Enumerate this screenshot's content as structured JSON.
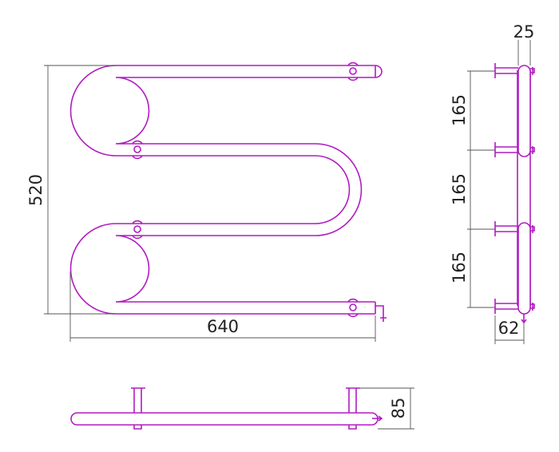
{
  "drawing": {
    "stroke_color": "#b01cc0",
    "front_view": {
      "height_label": "520",
      "width_label": "640"
    },
    "side_view": {
      "top_label": "25",
      "spacing_labels": [
        "165",
        "165",
        "165"
      ],
      "depth_label": "62"
    },
    "bottom_view": {
      "depth_label": "85"
    }
  }
}
